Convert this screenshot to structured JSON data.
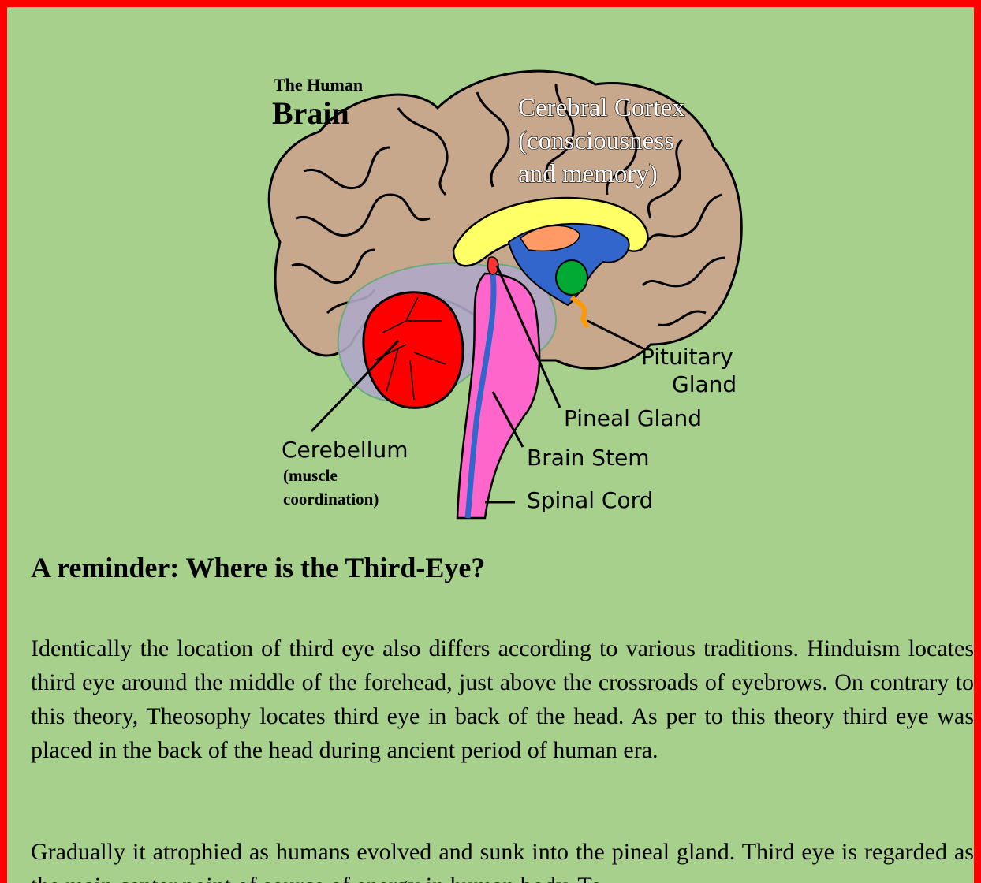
{
  "figure": {
    "title_small": "The Human",
    "title_large": "Brain",
    "cortex_line1": "Cerebral Cortex",
    "cortex_line2": "(consciousness",
    "cortex_line3": "and memory)",
    "pituitary_line1": "Pituitary",
    "pituitary_line2": "Gland",
    "pineal": "Pineal Gland",
    "brain_stem": "Brain Stem",
    "spinal_cord": "Spinal Cord",
    "cerebellum": "Cerebellum",
    "cerebellum_note1": "(muscle",
    "cerebellum_note2": "coordination)"
  },
  "article": {
    "heading": "A reminder: Where is the Third-Eye?",
    "paragraph1": "Identically the location of third eye also differs according to various traditions. Hinduism locates third eye around the middle of the forehead, just above the crossroads of eyebrows. On contrary to this theory, Theosophy locates third eye in back of the head. As per to this theory third eye was placed in the back of the head during ancient period of human era.",
    "paragraph2": "Gradually it atrophied as humans evolved and sunk into the pineal gland. Third eye is regarded as the main center point of source of energy in human body. To"
  },
  "colors": {
    "border": "#ff0000",
    "background": "#a8d08d",
    "cortex": "#dcb8a0",
    "cerebellum": "#ff0000",
    "brain_stem": "#ff66cc",
    "corpus_callosum": "#ffff66",
    "ventricle": "#3366cc",
    "thalamus": "#00aa33"
  }
}
